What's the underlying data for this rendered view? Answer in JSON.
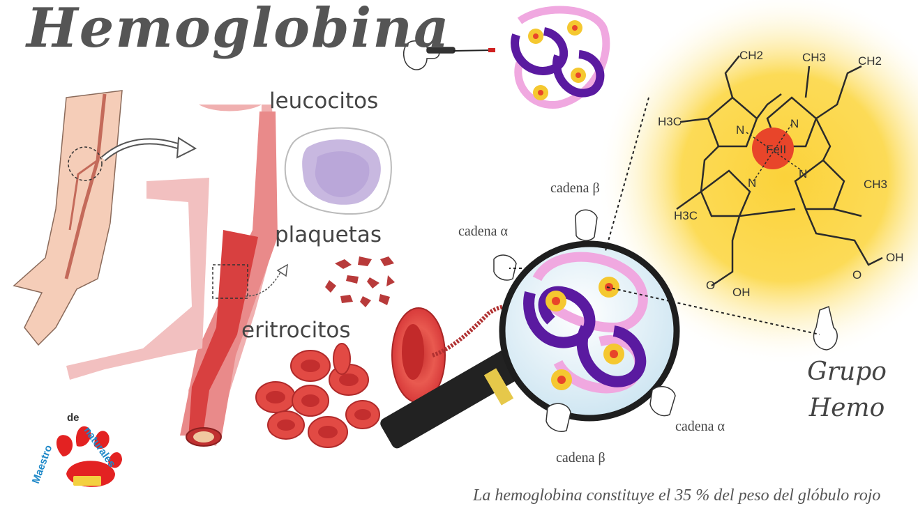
{
  "title": "Hemoglobina",
  "cells": {
    "leucocitos": "leucocitos",
    "plaquetas": "plaquetas",
    "eritrocitos": "eritrocitos"
  },
  "chains": {
    "beta_top": "cadena β",
    "alpha_left": "cadena α",
    "alpha_right": "cadena α",
    "beta_bottom": "cadena β"
  },
  "hemo": {
    "line1": "Grupo",
    "line2": "Hemo",
    "atoms": {
      "ch2_a": "CH2",
      "ch2_b": "CH2",
      "ch3_a": "CH3",
      "ch3_b": "H3C",
      "ch3_c": "CH3",
      "ch3_d": "H3C",
      "n": "N",
      "fe": "FeII",
      "oh_a": "OH",
      "oh_b": "OH",
      "o": "O"
    }
  },
  "footer": "La hemoglobina constituye el 35 % del peso del glóbulo rojo",
  "logo": {
    "words": [
      "Maestro",
      "de",
      "naturales"
    ],
    "badge": "Maestro de naturales"
  },
  "colors": {
    "heme_glow": "#fbd23a",
    "iron": "#e8452a",
    "alpha_chain": "#5a1aa0",
    "beta_chain": "#f0a8e0",
    "blood": "#d83a3a",
    "vessel": "#e98a8a"
  }
}
